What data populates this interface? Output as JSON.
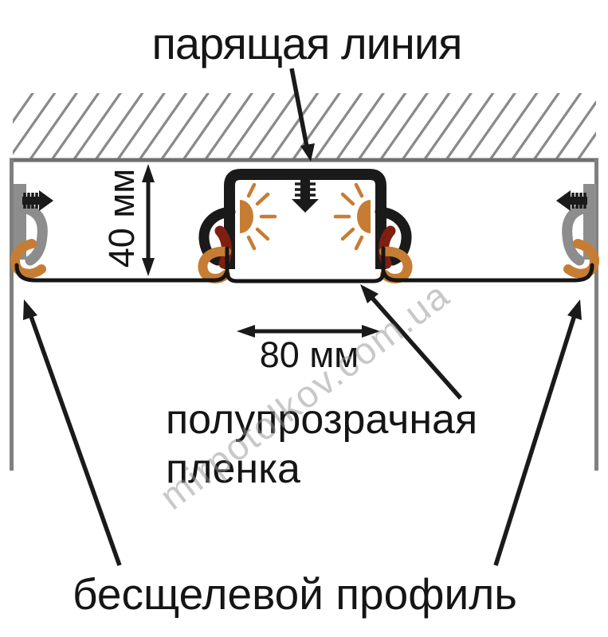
{
  "diagram": {
    "title_label": "парящая линия",
    "height_dimension": "40 мм",
    "width_dimension": "80 мм",
    "film_label_line1": "полупрозрачная",
    "film_label_line2": "пленка",
    "profile_label": "бесщелевой профиль",
    "watermark": "mirpotolkov.com.ua",
    "colors": {
      "outline_black": "#1a1a1a",
      "ceiling_gray": "#6f6f6f",
      "hatch_gray": "#8a8a8a",
      "wall_gray": "#808080",
      "bracket_gray": "#8d8d8d",
      "hook_orange": "#c67d33",
      "insert_dark_red": "#7e1f12",
      "watermark_gray": "#919191"
    }
  }
}
